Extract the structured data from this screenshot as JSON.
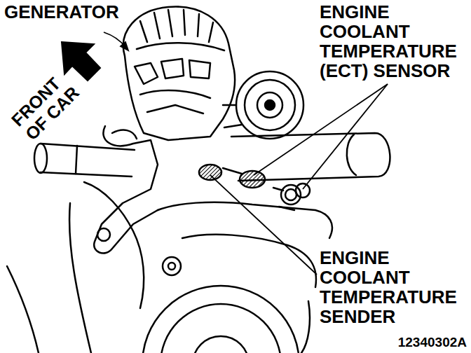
{
  "diagram": {
    "labels": [
      "GENERATOR",
      "FRONT OF CAR",
      "ENGINE COOLANT TEMPERATURE (ECT) SENSOR",
      "ENGINE COOLANT TEMPERATURE SENDER",
      "12340302A"
    ]
  }
}
